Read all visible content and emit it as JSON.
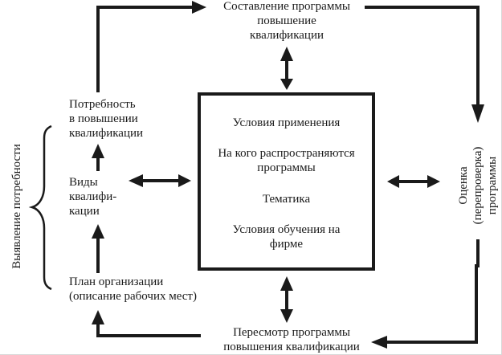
{
  "diagram": {
    "nodes": {
      "compose_program": {
        "lines": [
          "Составление программы",
          "повышение",
          "квалификации"
        ]
      },
      "need": {
        "lines": [
          "Потребность",
          "в повышении",
          "квалификации"
        ]
      },
      "types": {
        "lines": [
          "Виды",
          "квалифи-",
          "кации"
        ]
      },
      "org_plan": {
        "lines": [
          "План организации",
          "(описание рабочих мест)"
        ]
      },
      "review_program": {
        "lines": [
          "Пересмотр программы",
          "повышения квалификации"
        ]
      },
      "evaluation": {
        "lines": [
          "Оценка",
          "(перепроверка)",
          "программы"
        ]
      },
      "needs_identification": {
        "label": "Выявление потребности"
      },
      "central_box": {
        "items": [
          "Условия применения",
          "На кого распространяются программы",
          "Тематика",
          "Условия обучения на фирме"
        ],
        "item_lines": [
          [
            "Условия применения"
          ],
          [
            "На кого распространяются",
            "программы"
          ],
          [
            "Тематика"
          ],
          [
            "Условия обучения на",
            "фирме"
          ]
        ]
      }
    },
    "edges": [
      {
        "from": "need",
        "to": "compose_program",
        "type": "arrow"
      },
      {
        "from": "compose_program",
        "to": "evaluation",
        "type": "arrow"
      },
      {
        "from": "evaluation",
        "to": "review_program",
        "type": "arrow"
      },
      {
        "from": "review_program",
        "to": "org_plan",
        "type": "arrow"
      },
      {
        "from": "org_plan",
        "to": "types",
        "type": "arrow"
      },
      {
        "from": "types",
        "to": "need",
        "type": "arrow"
      },
      {
        "from": "compose_program",
        "to": "central_box",
        "type": "bidirectional"
      },
      {
        "from": "types",
        "to": "central_box",
        "type": "bidirectional"
      },
      {
        "from": "central_box",
        "to": "evaluation",
        "type": "bidirectional"
      },
      {
        "from": "central_box",
        "to": "review_program",
        "type": "bidirectional"
      }
    ],
    "colors": {
      "ink": "#1a1a1a",
      "background": "#ffffff"
    }
  }
}
